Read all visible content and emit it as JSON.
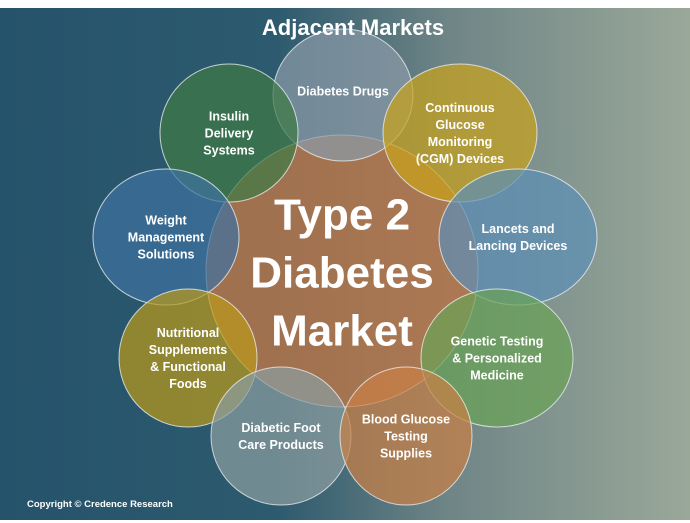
{
  "title": "Adjacent Markets",
  "center": {
    "lines": [
      "Type 2",
      "Diabetes",
      "Market"
    ],
    "color": "#b5764a"
  },
  "markets": [
    {
      "lines": [
        "Diabetes Drugs"
      ],
      "color": "#8a9aa8"
    },
    {
      "lines": [
        "Insulin",
        "Delivery",
        "Systems"
      ],
      "color": "#3f7a45"
    },
    {
      "lines": [
        "Continuous",
        "Glucose",
        "Monitoring",
        "(CGM) Devices"
      ],
      "color": "#c9a21c"
    },
    {
      "lines": [
        "Weight",
        "Management",
        "Solutions"
      ],
      "color": "#3f72a0"
    },
    {
      "lines": [
        "Lancets and",
        "Lancing Devices"
      ],
      "color": "#5d8fb5"
    },
    {
      "lines": [
        "Nutritional",
        "Supplements",
        "& Functional",
        "Foods"
      ],
      "color": "#b8981c"
    },
    {
      "lines": [
        "Genetic Testing",
        "& Personalized",
        "Medicine"
      ],
      "color": "#6aa256"
    },
    {
      "lines": [
        "Diabetic Foot",
        "Care Products"
      ],
      "color": "#8a9ca0"
    },
    {
      "lines": [
        "Blood Glucose",
        "Testing",
        "Supplies"
      ],
      "color": "#c97f45"
    }
  ],
  "copyright": "Copyright © Credence Research"
}
